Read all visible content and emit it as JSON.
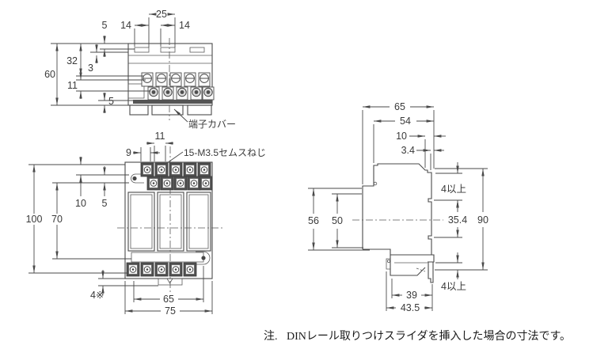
{
  "drawing": {
    "background": "#ffffff",
    "line_color": "#4a4a4a",
    "text_color": "#3a3a3a",
    "top_view": {
      "dims": {
        "w25": "25",
        "w14l": "14",
        "w14r": "14",
        "h5top": "5",
        "h32": "32",
        "h3": "3",
        "h60": "60",
        "h11": "11",
        "h5bot": "5"
      },
      "terminal_cover_label": "端子カバー"
    },
    "front_view": {
      "dims": {
        "w11": "11",
        "w9": "9",
        "h100": "100",
        "h70": "70",
        "h10": "10",
        "h5": "5",
        "h4": "4※",
        "w65": "65",
        "w75": "75"
      },
      "screw_label": "15-M3.5セムスねじ"
    },
    "side_view": {
      "dims": {
        "w65": "65",
        "w54": "54",
        "w10": "10",
        "w3_4": "3.4",
        "top_clearance": "4以上",
        "h56": "56",
        "h50": "50",
        "h35_4": "35.4",
        "h90": "90",
        "bottom_clearance": "4以上",
        "w39": "39",
        "w43_5": "43.5"
      }
    },
    "note": {
      "prefix": "注.",
      "body": "DINレール取りつけスライダを挿入した場合の寸法です。"
    }
  }
}
